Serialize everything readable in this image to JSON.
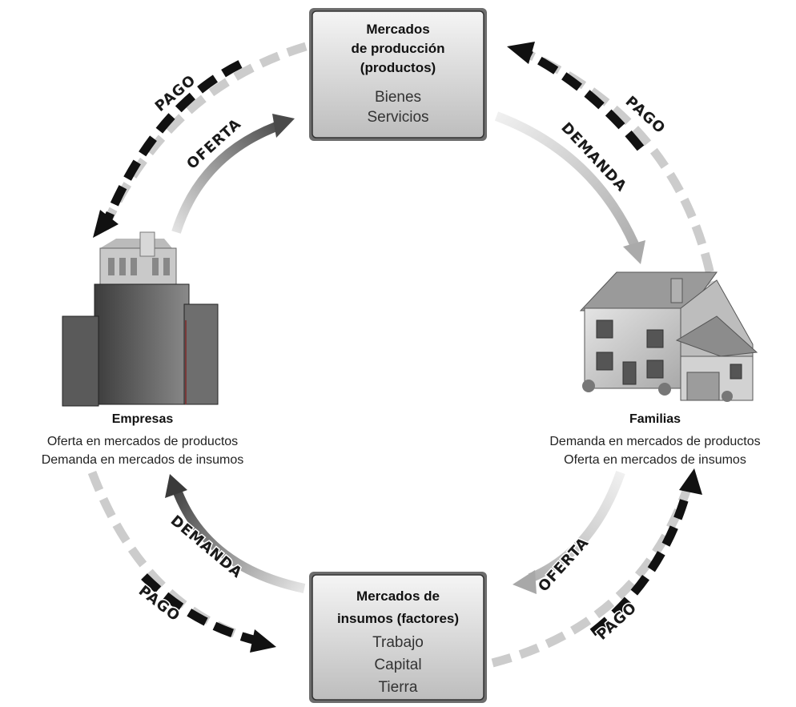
{
  "markets": {
    "products": {
      "title_lines": [
        "Mercados",
        "de producción",
        "(productos)"
      ],
      "items": [
        "Bienes",
        "Servicios"
      ]
    },
    "inputs": {
      "title_lines": [
        "Mercados de",
        "insumos (factores)"
      ],
      "items": [
        "Trabajo",
        "Capital",
        "Tierra"
      ]
    }
  },
  "agents": {
    "firms": {
      "name": "Empresas",
      "lines": [
        "Oferta en mercados de productos",
        "Demanda en mercados de insumos"
      ]
    },
    "households": {
      "name": "Familias",
      "lines": [
        "Demanda en mercados de productos",
        "Oferta en mercados de insumos"
      ]
    }
  },
  "flow_labels": {
    "pago_top_left": "PAGO",
    "oferta_top_left": "OFERTA",
    "pago_top_right": "PAGO",
    "demanda_top_right": "DEMANDA",
    "demanda_bottom_left": "DEMANDA",
    "pago_bottom_left": "PAGO",
    "oferta_bottom_right": "OFERTA",
    "pago_bottom_right": "PAGO"
  }
}
